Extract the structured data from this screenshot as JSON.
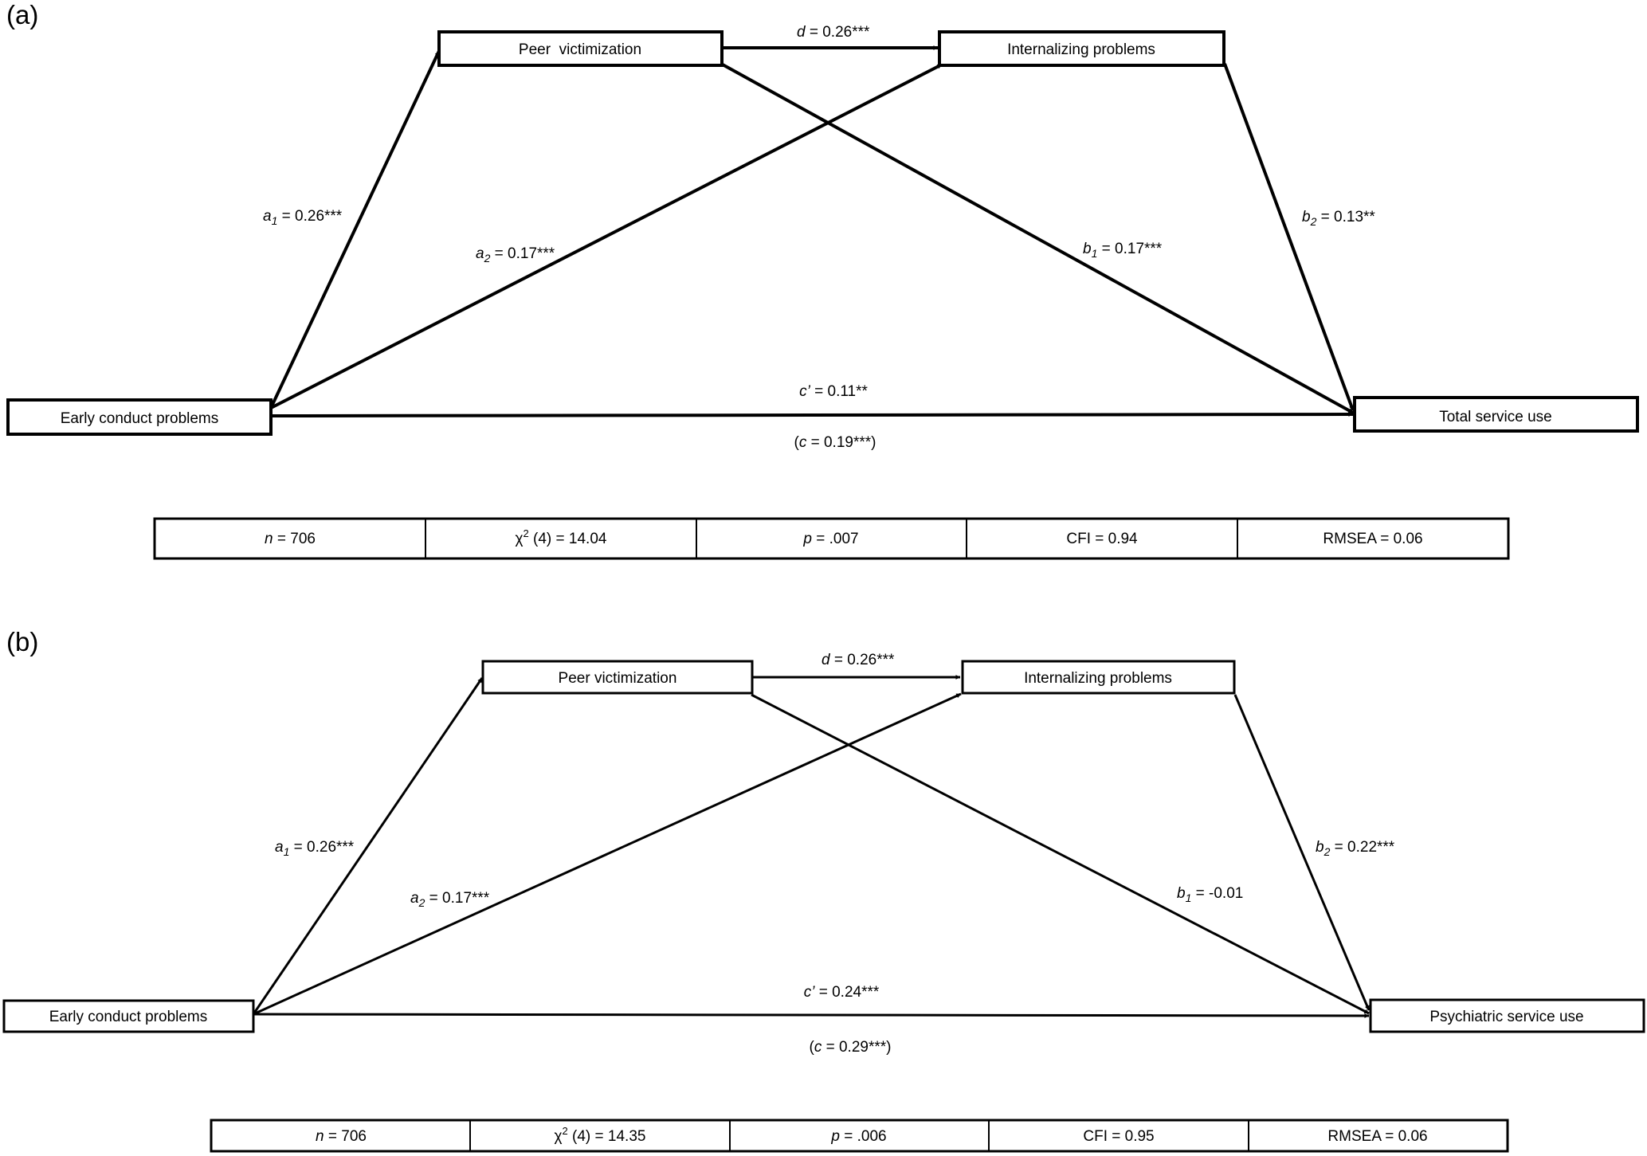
{
  "panels": [
    {
      "label": "(a)",
      "nodes": {
        "early": "Early conduct problems",
        "peer": "Peer  victimization",
        "intern": "Internalizing problems",
        "outcome": "Total service use"
      },
      "paths": {
        "a1": {
          "sym": "a",
          "sub": "1",
          "value": " = 0.26***"
        },
        "a2": {
          "sym": "a",
          "sub": "2",
          "value": " = 0.17***"
        },
        "b1": {
          "sym": "b",
          "sub": "1",
          "value": " = 0.17***"
        },
        "b2": {
          "sym": "b",
          "sub": "2",
          "value": " = 0.13**"
        },
        "d": {
          "sym": "d",
          "value": " = 0.26***"
        },
        "c_prime": {
          "sym": "c’",
          "value": " = 0.11**"
        },
        "c_total": {
          "open": "(",
          "sym": "c",
          "value": " = 0.19***)"
        }
      },
      "fit": [
        {
          "sym": "n",
          "text": " = 706"
        },
        {
          "sym": "χ",
          "sup": "2",
          "text": " (4) = 14.04"
        },
        {
          "sym": "p",
          "text": " = .007"
        },
        {
          "text": "CFI = 0.94"
        },
        {
          "text": "RMSEA = 0.06"
        }
      ]
    },
    {
      "label": "(b)",
      "nodes": {
        "early": "Early conduct problems",
        "peer": "Peer victimization",
        "intern": "Internalizing problems",
        "outcome": "Psychiatric service use"
      },
      "paths": {
        "a1": {
          "sym": "a",
          "sub": "1",
          "value": " = 0.26***"
        },
        "a2": {
          "sym": "a",
          "sub": "2",
          "value": " = 0.17***"
        },
        "b1": {
          "sym": "b",
          "sub": "1",
          "value": " = -0.01"
        },
        "b2": {
          "sym": "b",
          "sub": "2",
          "value": " = 0.22***"
        },
        "d": {
          "sym": "d",
          "value": " = 0.26***"
        },
        "c_prime": {
          "sym": "c’",
          "value": " = 0.24***"
        },
        "c_total": {
          "open": "(",
          "sym": "c",
          "value": " = 0.29***)"
        }
      },
      "fit": [
        {
          "sym": "n",
          "text": " = 706"
        },
        {
          "sym": "χ",
          "sup": "2",
          "text": " (4) = 14.35"
        },
        {
          "sym": "p",
          "text": " = .006"
        },
        {
          "text": "CFI = 0.95"
        },
        {
          "text": "RMSEA = 0.06"
        }
      ]
    }
  ]
}
